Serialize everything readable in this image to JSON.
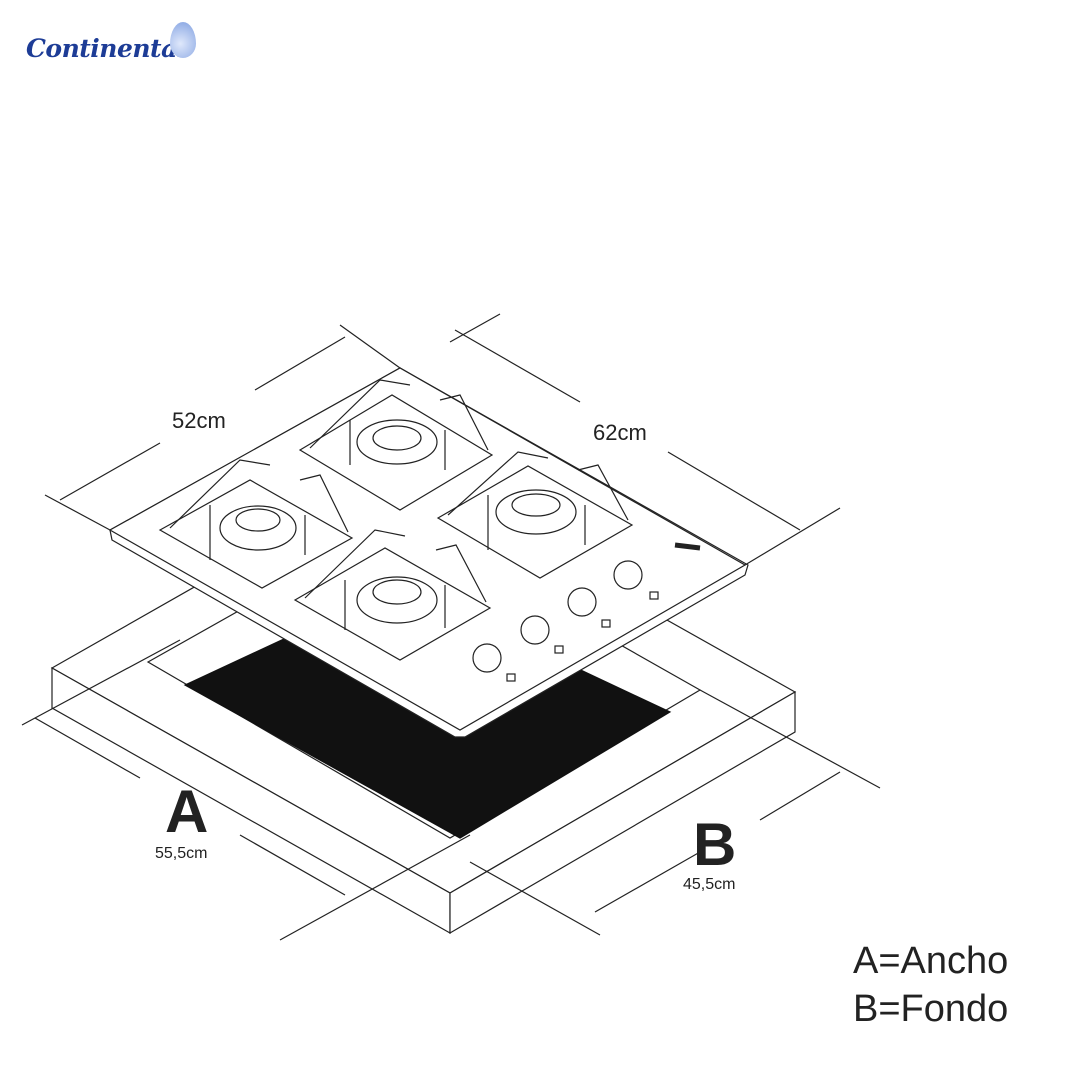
{
  "brand": {
    "name": "Continental"
  },
  "dimensions": {
    "product_width": "52cm",
    "product_depth": "62cm",
    "cutout_a_letter": "A",
    "cutout_a_value": "55,5cm",
    "cutout_b_letter": "B",
    "cutout_b_value": "45,5cm"
  },
  "legend": {
    "a": "A=Ancho",
    "b": "B=Fondo"
  },
  "colors": {
    "line": "#222222",
    "brand": "#1d3c96",
    "cutout": "#111111"
  }
}
